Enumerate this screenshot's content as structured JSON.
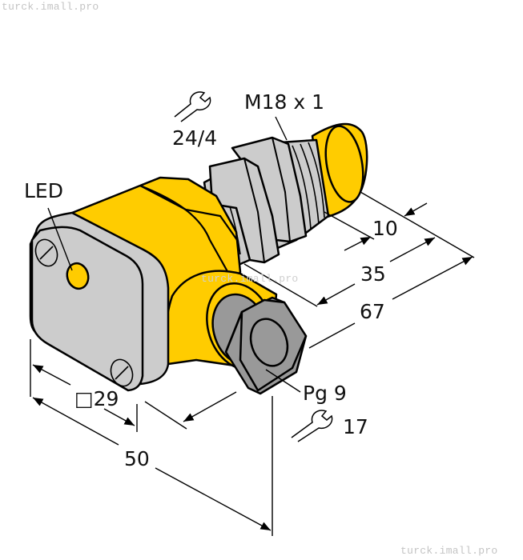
{
  "watermarks": {
    "top": "turck.imall.pro",
    "middle": "turck.imall.pro",
    "bottom": "turck.imall.pro"
  },
  "colors": {
    "housing_yellow": "#FFCC00",
    "faceplate_gray": "#CCCCCC",
    "gland_gray": "#999999",
    "outline": "#000000",
    "watermark": "#C4C4C4"
  },
  "labels": {
    "led": "LED",
    "thread": "M18 x 1",
    "wrench_top": "24/4",
    "cable_gland": "Pg 9",
    "wrench_bottom": "17"
  },
  "dimensions": {
    "d10": "10",
    "d35": "35",
    "d67": "67",
    "d29": "□29",
    "d50": "50"
  },
  "icons": {
    "wrench_top": "wrench-icon",
    "wrench_bottom": "wrench-icon"
  }
}
